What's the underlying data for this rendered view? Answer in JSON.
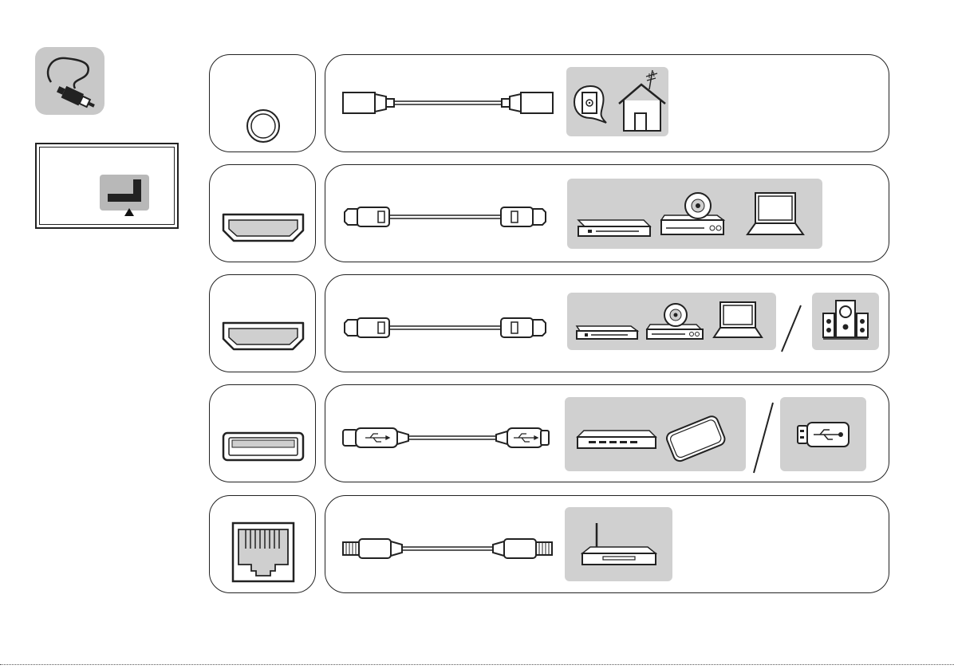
{
  "figure": {
    "rows": [
      {
        "port": "coaxial-antenna-port",
        "cable": "coaxial-cable",
        "devices": [
          "antenna-wall-socket",
          "rooftop-antenna-house"
        ]
      },
      {
        "port": "hdmi-port",
        "cable": "hdmi-cable",
        "devices": [
          "set-top-box",
          "disc-player",
          "laptop"
        ]
      },
      {
        "port": "hdmi-arc-port",
        "cable": "hdmi-cable",
        "devices": [
          "set-top-box",
          "disc-player",
          "laptop",
          "speaker-system"
        ]
      },
      {
        "port": "usb-port",
        "cable": "usb-cable",
        "devices": [
          "usb-hub",
          "external-hard-drive",
          "usb-flash-drive"
        ]
      },
      {
        "port": "ethernet-lan-port",
        "cable": "ethernet-cable",
        "devices": [
          "network-router"
        ]
      }
    ],
    "colors": {
      "outline": "#222222",
      "device_bg": "#d0d0d0",
      "icon_bg": "#c8c8c8",
      "port_fill": "#cfcfcf"
    }
  }
}
